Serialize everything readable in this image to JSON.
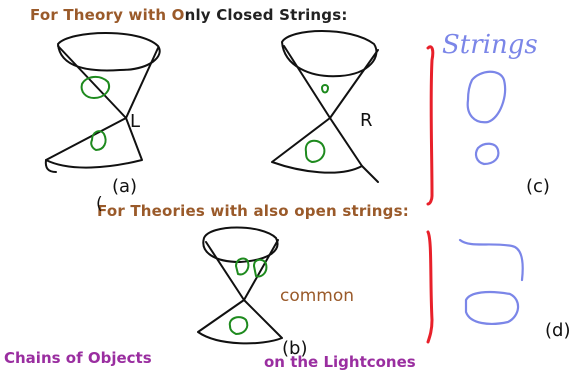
{
  "texts": {
    "closed_prefix": "For Theory with O",
    "closed_suffix": "nly Closed Strings:",
    "open_title": "For Theories with also open strings:",
    "label_L": "L",
    "label_R": "R",
    "label_a": "(a)",
    "label_b": "(b)",
    "label_c": "(c)",
    "label_d": "(d)",
    "stray_paren": "(",
    "strings_word": "Strings",
    "common_word": "common",
    "footer_left": "Chains of Objects",
    "footer_right": "on the Lightcones"
  },
  "colors": {
    "brown": "#9a5a2a",
    "purple": "#9a2ea0",
    "red_divider": "#e8202a",
    "blue_ink": "#7b86e8",
    "green_ink": "#1e8a1e",
    "black_ink": "#111111"
  }
}
